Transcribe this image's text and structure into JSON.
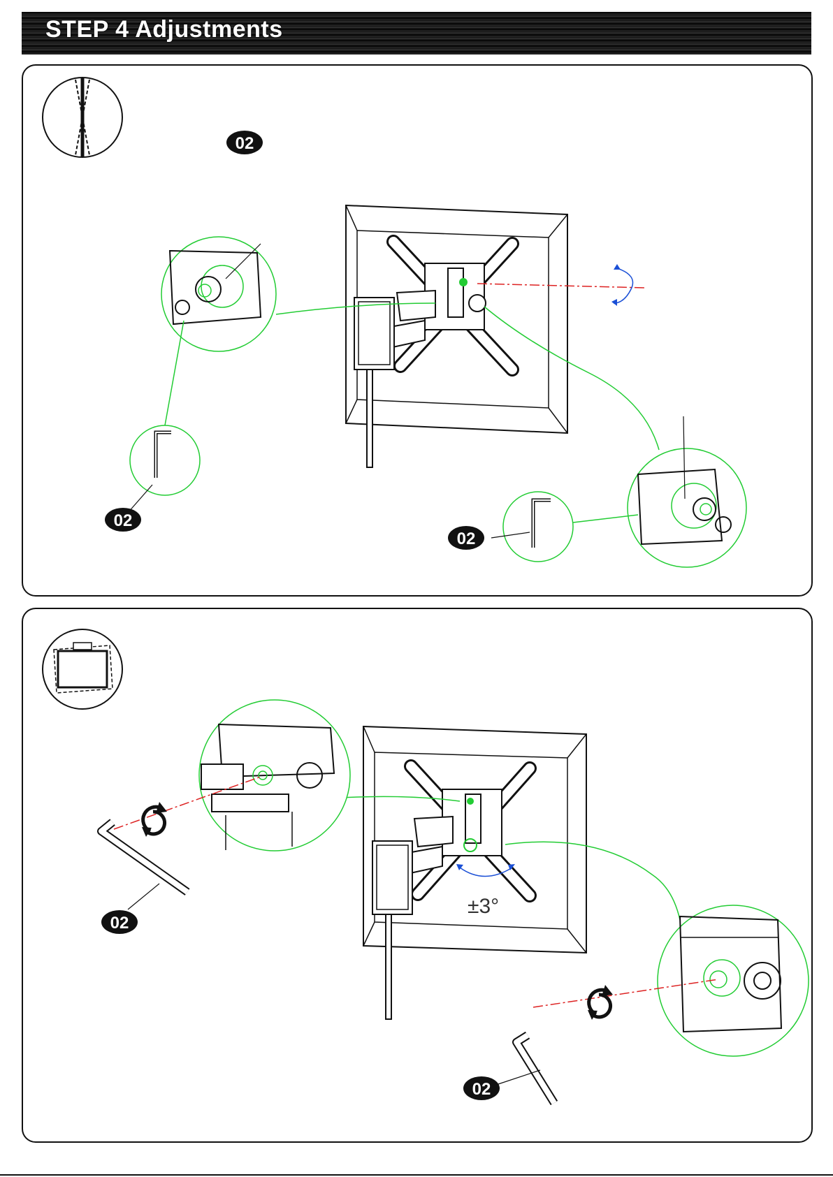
{
  "header": {
    "title": "STEP 4 Adjustments"
  },
  "part_id": "02",
  "angle_label": "±3°",
  "colors": {
    "callout": "#22cc33",
    "axis": "#dd2222",
    "rotation_arrow": "#1a4fd6",
    "line": "#111111"
  }
}
